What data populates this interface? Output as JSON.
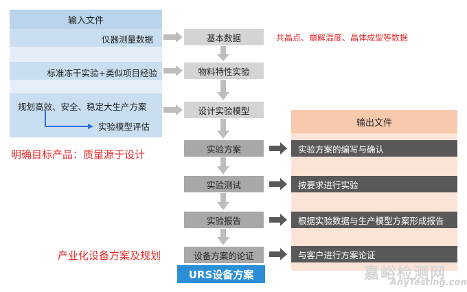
{
  "input_panel": {
    "header": "输入文件",
    "items": [
      "仪器测量数据",
      "标准冻干实验+类似项目经验",
      "规划高效、安全、稳定大生产方案",
      "实验模型评估"
    ]
  },
  "flow_steps": [
    "基本数据",
    "物料特性实验",
    "设计实验模型",
    "实验方案",
    "实验测试",
    "实验报告",
    "设备方案的论证"
  ],
  "output_panel": {
    "header": "输出文件",
    "rows": [
      "实验方案的编写与确认",
      "按要求进行实验",
      "根据实验数据与生产模型方案形成报告",
      "与客户进行方案论证"
    ]
  },
  "notes": {
    "basic_data": "共晶点、崩解温度、晶体成型等数据",
    "goal": "明确目标产品：质量源于设计",
    "industrialization": "产业化设备方案及规划"
  },
  "result": "URS设备方案",
  "watermark": {
    "brand": "嘉峪检测网",
    "url": "AnyTesting.com"
  },
  "colors": {
    "accent_red": "#e02b2b",
    "urs_blue": "#2a8fd6",
    "arrow_gray": "#bdbdbd",
    "row_dark": "#595959"
  }
}
